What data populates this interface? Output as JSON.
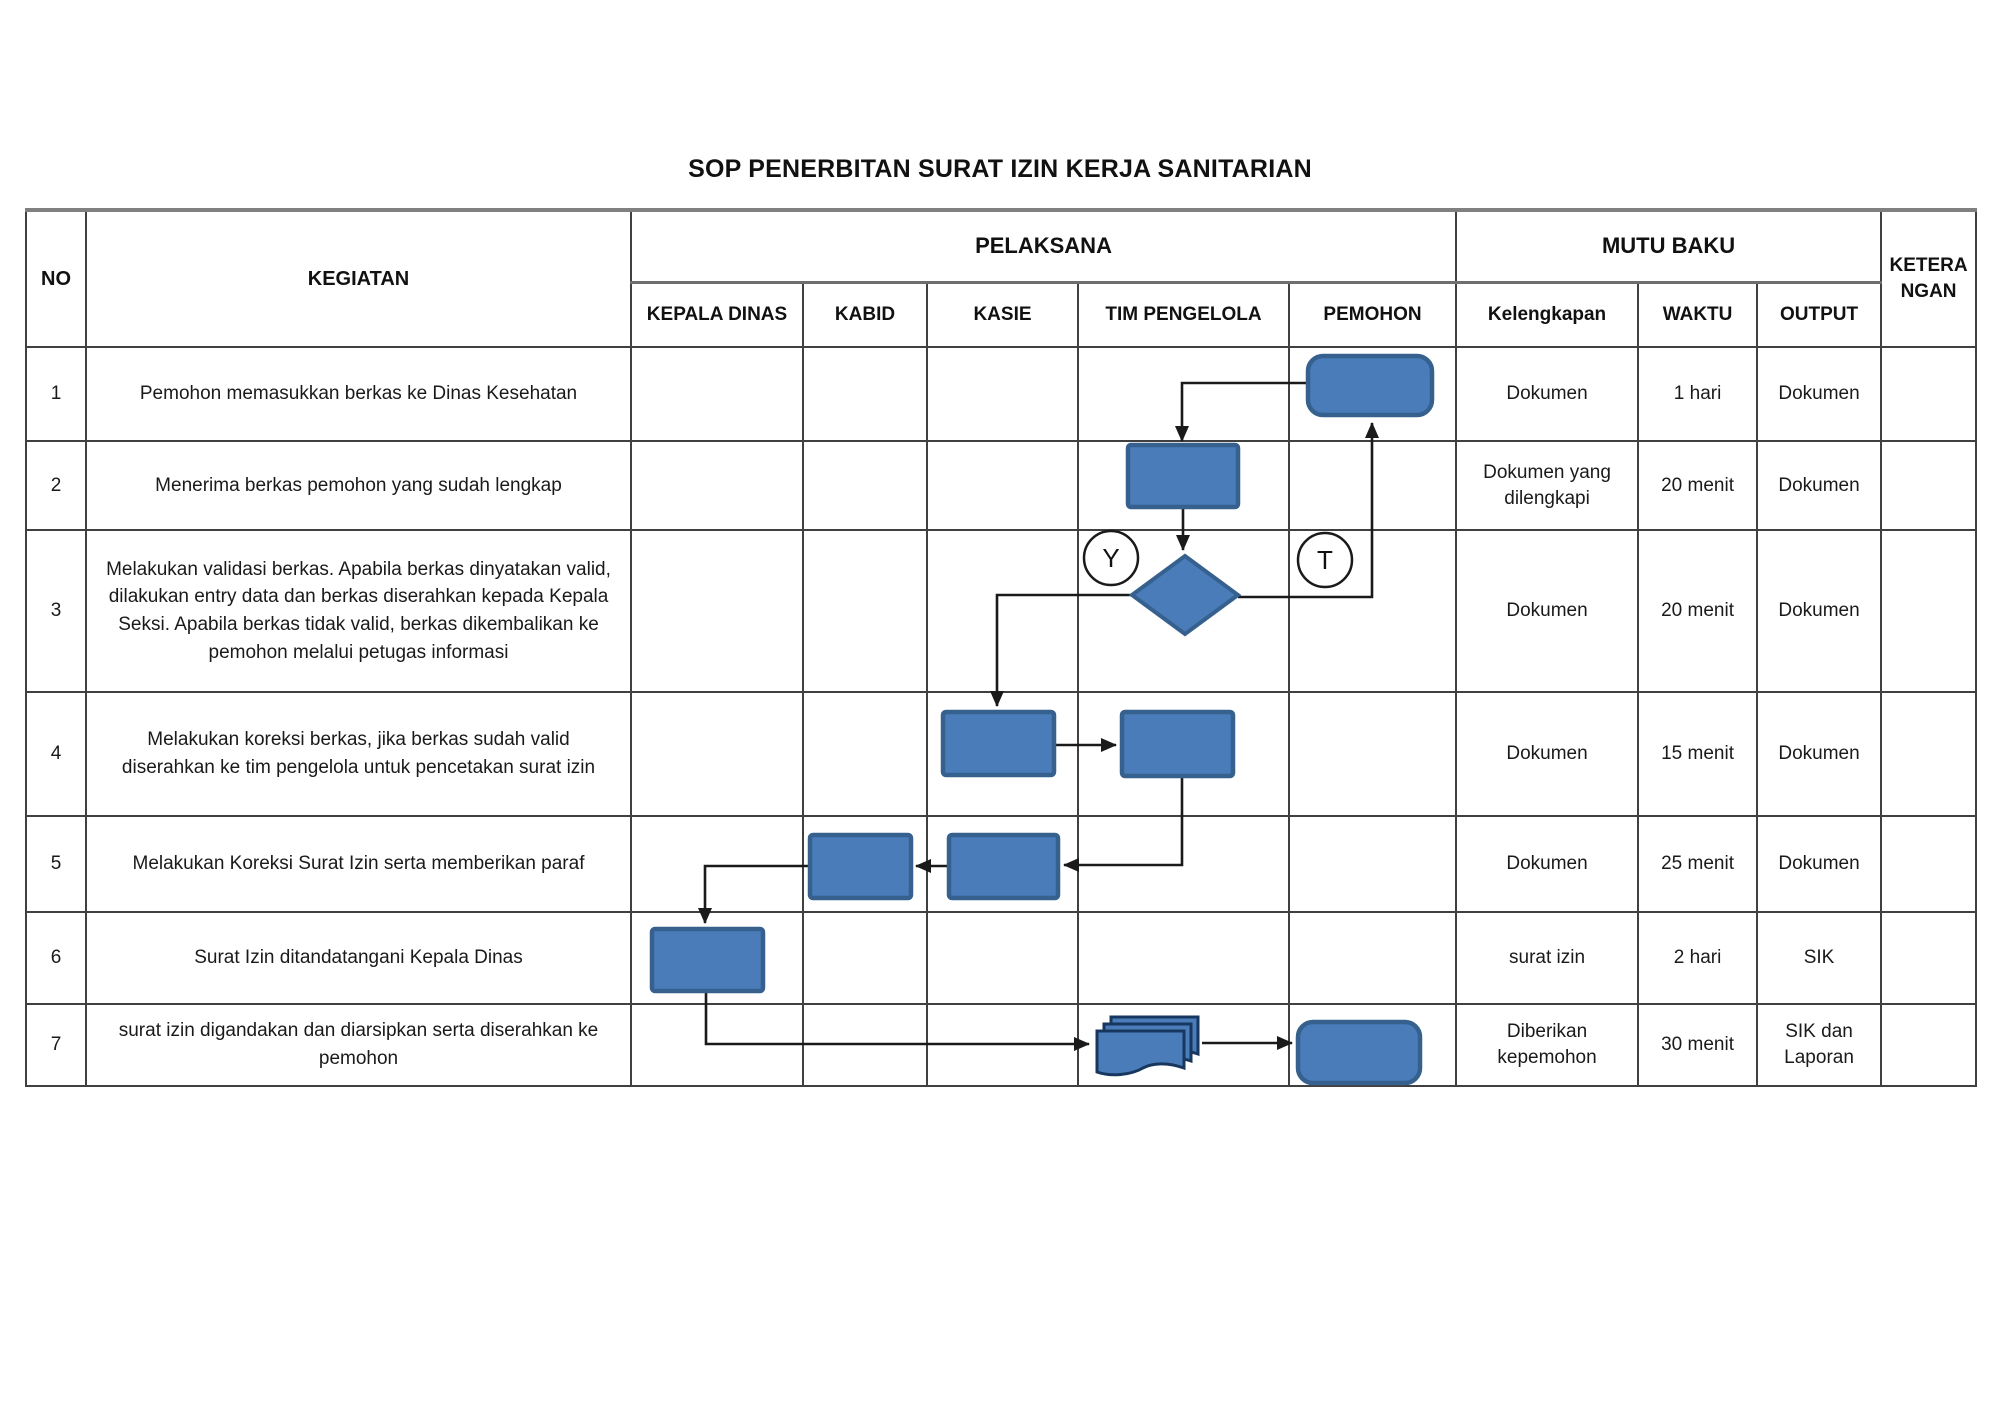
{
  "title": "SOP PENERBITAN SURAT IZIN KERJA SANITARIAN",
  "table": {
    "headers": {
      "no": "NO",
      "kegiatan": "KEGIATAN",
      "pelaksana": "PELAKSANA",
      "mutu_baku": "MUTU BAKU",
      "keterangan": "KETERANGAN",
      "pelaksana_cols": [
        "KEPALA DINAS",
        "KABID",
        "KASIE",
        "TIM PENGELOLA",
        "PEMOHON"
      ],
      "mutu_baku_cols": [
        "Kelengkapan",
        "WAKTU",
        "OUTPUT"
      ]
    },
    "rows": [
      {
        "no": "1",
        "kegiatan": "Pemohon memasukkan berkas ke Dinas Kesehatan",
        "kelengkapan": "Dokumen",
        "waktu": "1 hari",
        "output": "Dokumen",
        "keterangan": ""
      },
      {
        "no": "2",
        "kegiatan": "Menerima berkas pemohon yang sudah lengkap",
        "kelengkapan": "Dokumen yang dilengkapi",
        "waktu": "20 menit",
        "output": "Dokumen",
        "keterangan": ""
      },
      {
        "no": "3",
        "kegiatan": "Melakukan validasi berkas. Apabila berkas dinyatakan valid, dilakukan entry data dan berkas diserahkan kepada Kepala Seksi. Apabila berkas tidak valid, berkas dikembalikan ke pemohon melalui petugas informasi",
        "kelengkapan": "Dokumen",
        "waktu": "20 menit",
        "output": "Dokumen",
        "keterangan": ""
      },
      {
        "no": "4",
        "kegiatan": "Melakukan koreksi berkas, jika berkas sudah valid diserahkan ke tim pengelola untuk pencetakan surat izin",
        "kelengkapan": "Dokumen",
        "waktu": "15 menit",
        "output": "Dokumen",
        "keterangan": ""
      },
      {
        "no": "5",
        "kegiatan": "Melakukan Koreksi Surat Izin serta memberikan paraf",
        "kelengkapan": "Dokumen",
        "waktu": "25 menit",
        "output": "Dokumen",
        "keterangan": ""
      },
      {
        "no": "6",
        "kegiatan": "Surat Izin ditandatangani Kepala Dinas",
        "kelengkapan": "surat izin",
        "waktu": "2 hari",
        "output": "SIK",
        "keterangan": ""
      },
      {
        "no": "7",
        "kegiatan": "surat izin digandakan dan diarsipkan serta diserahkan ke pemohon",
        "kelengkapan": "Diberikan kepemohon",
        "waktu": "30 menit",
        "output": "SIK dan Laporan",
        "keterangan": ""
      }
    ]
  },
  "flowchart": {
    "colors": {
      "shape_fill": "#4A7CBA",
      "shape_stroke": "#36618E",
      "doc_stroke": "#17375E",
      "connector": "#1A1A1A",
      "circle_fill": "#FFFFFF"
    },
    "decision_labels": {
      "yes": "Y",
      "no": "T"
    },
    "nodes": [
      {
        "row": 1,
        "lane": "PEMOHON",
        "type": "terminator"
      },
      {
        "row": 2,
        "lane": "TIM PENGELOLA",
        "type": "process"
      },
      {
        "row": 3,
        "lane": "TIM PENGELOLA",
        "type": "decision"
      },
      {
        "row": 4,
        "lane": "KASIE",
        "type": "process"
      },
      {
        "row": 4,
        "lane": "TIM PENGELOLA",
        "type": "process"
      },
      {
        "row": 5,
        "lane": "KABID",
        "type": "process"
      },
      {
        "row": 5,
        "lane": "KASIE",
        "type": "process"
      },
      {
        "row": 6,
        "lane": "KEPALA DINAS",
        "type": "process"
      },
      {
        "row": 7,
        "lane": "TIM PENGELOLA",
        "type": "multidocument"
      },
      {
        "row": 7,
        "lane": "PEMOHON",
        "type": "terminator"
      }
    ]
  }
}
